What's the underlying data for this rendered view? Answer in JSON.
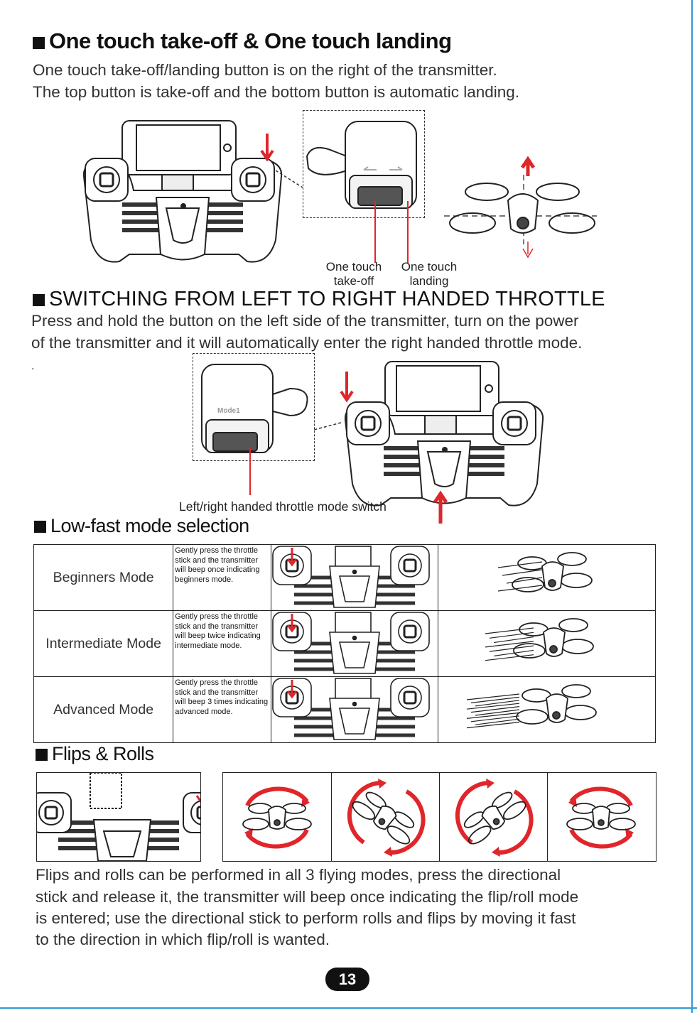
{
  "section1": {
    "title": "One touch take-off & One touch landing",
    "line1": "One touch take-off/landing button is on the right of the transmitter.",
    "line2": "The top button is take-off and the bottom button is automatic landing.",
    "label_takeoff_1": "One touch",
    "label_takeoff_2": "take-off",
    "label_landing_1": "One touch",
    "label_landing_2": "landing"
  },
  "section2": {
    "title": "SWITCHING FROM LEFT TO RIGHT HANDED THROTTLE",
    "line1": "Press and hold the button on the left side of the transmitter, turn on the power",
    "line2": "of the transmitter and it will automatically enter the right handed throttle mode.",
    "dot": ".",
    "mode_badge": "Mode1",
    "switch_label": "Left/right handed throttle mode switch"
  },
  "section3": {
    "title": "Low-fast mode selection",
    "modes": [
      {
        "name": "Beginners Mode",
        "desc": "Gently press the throttle stick and the transmitter will beep once indicating beginners mode."
      },
      {
        "name": "Intermediate Mode",
        "desc": "Gently press the throttle stick and the transmitter will beep twice indicating intermediate mode."
      },
      {
        "name": "Advanced Mode",
        "desc": "Gently press the throttle stick and the transmitter will beep 3 times indicating advanced mode."
      }
    ]
  },
  "section4": {
    "title": "Flips & Rolls",
    "line1": "Flips and rolls can be performed in all 3 flying modes, press the directional",
    "line2": "stick and release it, the transmitter will beep once indicating the flip/roll mode",
    "line3": "is entered; use the directional stick to perform rolls and flips by moving it fast",
    "line4": "to the direction in which flip/roll is wanted."
  },
  "page_number": "13",
  "colors": {
    "accent_red": "#e0262b",
    "edge_blue": "#2f9ad6",
    "ink": "#222222"
  }
}
